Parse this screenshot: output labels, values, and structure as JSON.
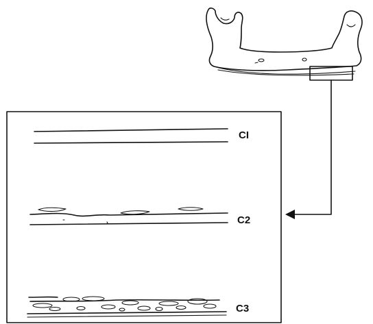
{
  "labels": {
    "c1": "CI",
    "c2": "C2",
    "c3": "C3"
  }
}
